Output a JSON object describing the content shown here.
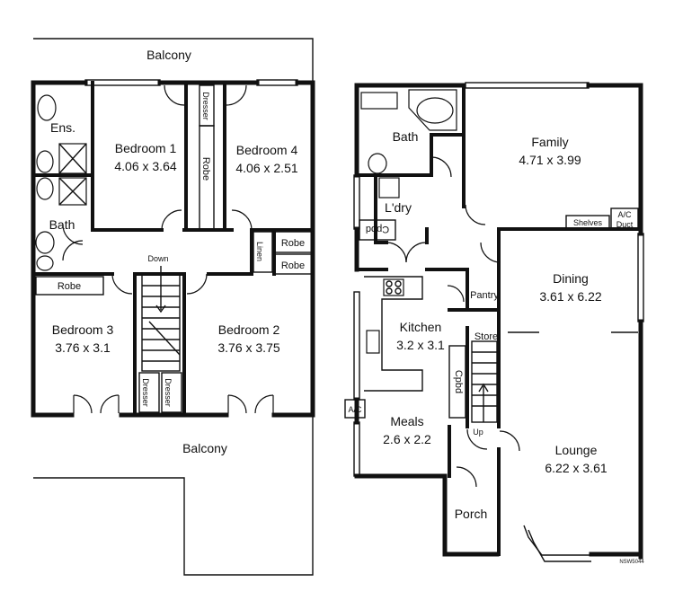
{
  "upper": {
    "balcony_top": "Balcony",
    "ens": "Ens.",
    "bath": "Bath",
    "bed1_name": "Bedroom 1",
    "bed1_dim": "4.06 x 3.64",
    "bed4_name": "Bedroom 4",
    "bed4_dim": "4.06 x 2.51",
    "bed3_name": "Bedroom 3",
    "bed3_dim": "3.76 x 3.1",
    "bed2_name": "Bedroom 2",
    "bed2_dim": "3.76 x 3.75",
    "dresser": "Dresser",
    "robe": "Robe",
    "linen": "Linen",
    "down": "Down",
    "balcony_bottom": "Balcony"
  },
  "lower": {
    "bath": "Bath",
    "family_name": "Family",
    "family_dim": "4.71 x 3.99",
    "shelves": "Shelves",
    "ac": "A/C",
    "duct": "Duct",
    "ldry": "L'dry",
    "cpbd": "Cpbd",
    "dining_name": "Dining",
    "dining_dim": "3.61 x 6.22",
    "pantry": "Pantry",
    "kitchen_name": "Kitchen",
    "kitchen_dim": "3.2 x 3.1",
    "store": "Store",
    "meals_name": "Meals",
    "meals_dim": "2.6 x 2.2",
    "up": "Up",
    "lounge_name": "Lounge",
    "lounge_dim": "6.22 x 3.61",
    "porch": "Porch",
    "code": "NSW5044"
  }
}
